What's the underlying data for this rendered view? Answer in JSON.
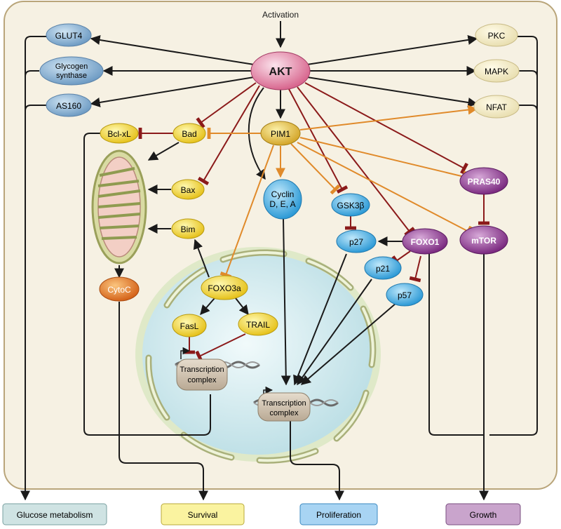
{
  "activation_label": "Activation",
  "nodes": {
    "akt": "AKT",
    "glut4": "GLUT4",
    "glycogen_synthase_line1": "Glycogen",
    "glycogen_synthase_line2": "synthase",
    "as160": "AS160",
    "pkc": "PKC",
    "mapk": "MAPK",
    "nfat": "NFAT",
    "bcl_xl": "Bcl-xL",
    "bad": "Bad",
    "pim1": "PIM1",
    "bax": "Bax",
    "bim": "Bim",
    "cytoc": "CytoC",
    "cyclin_line1": "Cyclin",
    "cyclin_line2": "D, E, A",
    "gsk3b": "GSK3β",
    "pras40": "PRAS40",
    "p27": "p27",
    "foxo1": "FOXO1",
    "mtor": "mTOR",
    "p21": "p21",
    "p57": "p57",
    "foxo3a": "FOXO3a",
    "fasl": "FasL",
    "trail": "TRAIL",
    "tc1_line1": "Transcription",
    "tc1_line2": "complex",
    "tc2_line1": "Transcription",
    "tc2_line2": "complex"
  },
  "outcomes": {
    "glucose": "Glucose metabolism",
    "survival": "Survival",
    "proliferation": "Proliferation",
    "growth": "Growth"
  },
  "colors": {
    "activation_arrow": "#1a1a1a",
    "inhibition_akt": "#8b1a1a",
    "pim1_edge": "#e08a2a",
    "cell_bg": "#f6f1e3",
    "nucleus": "#cfe7ec"
  }
}
